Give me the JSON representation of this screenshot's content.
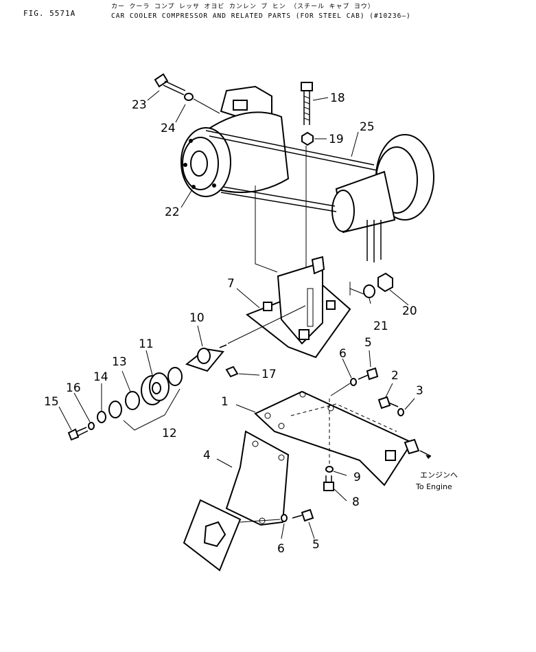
{
  "header": {
    "fig_label": "FIG. 5571A",
    "title_jp": "カー クーラ コンプ レッサ オヨビ カンレン ブ ヒン （スチール キャブ ヨウ）",
    "title_en": "CAR COOLER COMPRESSOR AND RELATED PARTS (FOR STEEL CAB) (#10236—)"
  },
  "callouts": {
    "p1": "1",
    "p2": "2",
    "p3": "3",
    "p4": "4",
    "p5a": "5",
    "p5b": "5",
    "p6a": "6",
    "p6b": "6",
    "p7": "7",
    "p8": "8",
    "p9": "9",
    "p10": "10",
    "p11": "11",
    "p12": "12",
    "p13": "13",
    "p14": "14",
    "p15": "15",
    "p16": "16",
    "p17": "17",
    "p18": "18",
    "p19": "19",
    "p20": "20",
    "p21": "21",
    "p22": "22",
    "p23": "23",
    "p24": "24",
    "p25": "25"
  },
  "engine_note": {
    "jp": "エンジンへ",
    "en": "To Engine"
  }
}
